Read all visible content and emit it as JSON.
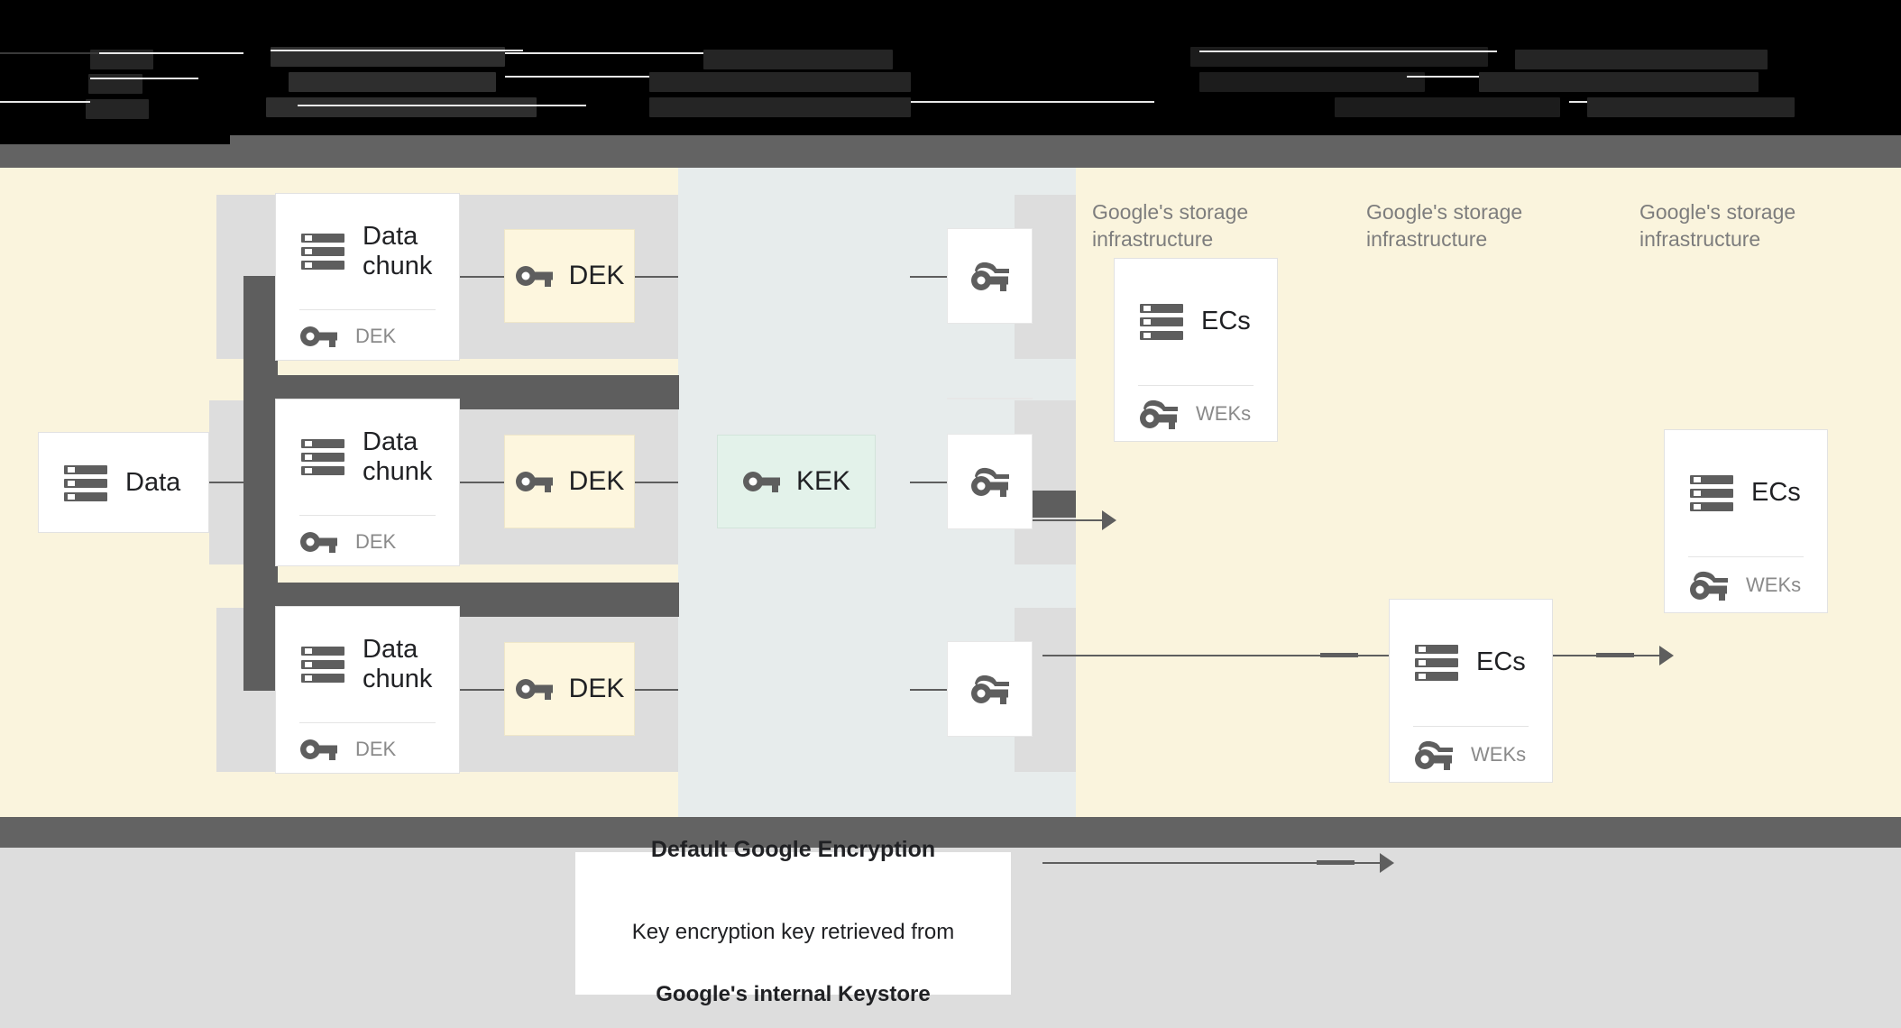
{
  "header": {
    "band_note": "obscured dark header text band",
    "lines": [
      "",
      "",
      ""
    ]
  },
  "colors": {
    "canvas_cream": "#FAF4DD",
    "column_bluegray": "#E7ECEC",
    "band_gray": "#DDDDDD",
    "dark_gray": "#5E5E5E",
    "bar_gray": "#636363",
    "kek_mint": "#E3F2EA",
    "dek_cream": "#FDF6DE",
    "card_white": "#FFFFFF",
    "muted_text": "#8a8a8a",
    "label_text": "#7d7d7d"
  },
  "diagram": {
    "source": {
      "title": "Data",
      "icon": "server-icon"
    },
    "chunks": [
      {
        "title": "Data\nchunk",
        "key_label": "DEK",
        "icon": "server-icon",
        "key_icon": "key-icon"
      },
      {
        "title": "Data\nchunk",
        "key_label": "DEK",
        "icon": "server-icon",
        "key_icon": "key-icon"
      },
      {
        "title": "Data\nchunk",
        "key_label": "DEK",
        "icon": "server-icon",
        "key_icon": "key-icon"
      }
    ],
    "deks": [
      {
        "label": "DEK",
        "icon": "key-icon"
      },
      {
        "label": "DEK",
        "icon": "key-icon"
      },
      {
        "label": "DEK",
        "icon": "key-icon"
      }
    ],
    "kek": {
      "label": "KEK",
      "icon": "key-icon"
    },
    "wrapped_keys": [
      {
        "icon": "double-key-icon"
      },
      {
        "icon": "double-key-icon"
      },
      {
        "icon": "double-key-icon"
      }
    ],
    "storage_labels": [
      "Google's storage\ninfrastructure",
      "Google's storage\ninfrastructure",
      "Google's storage\ninfrastructure"
    ],
    "ec_cards": [
      {
        "title": "ECs",
        "key_label": "WEKs",
        "icon": "server-icon",
        "key_icon": "double-key-icon"
      },
      {
        "title": "ECs",
        "key_label": "WEKs",
        "icon": "server-icon",
        "key_icon": "double-key-icon"
      },
      {
        "title": "ECs",
        "key_label": "WEKs",
        "icon": "server-icon",
        "key_icon": "double-key-icon"
      }
    ]
  },
  "caption": {
    "title": "Default Google Encryption",
    "body_line1": "Key encryption key retrieved from",
    "body_line2": "Google's internal Keystore"
  }
}
